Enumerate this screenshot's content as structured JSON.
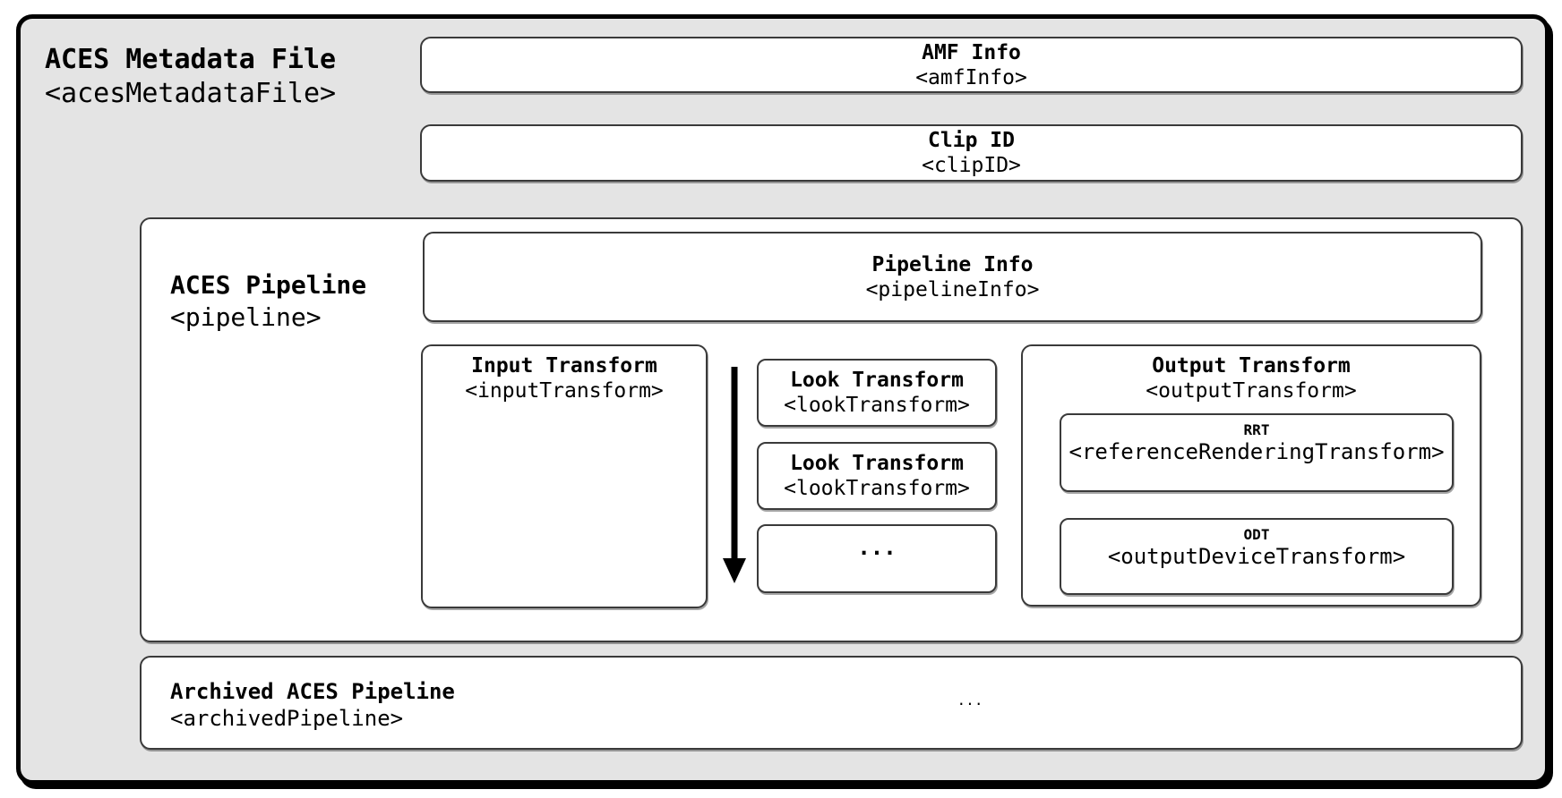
{
  "colors": {
    "page_bg": "#ffffff",
    "container_bg": "#e4e4e4",
    "container_border": "#000000",
    "box_bg": "#ffffff",
    "box_border": "#3a3a3a",
    "text": "#000000",
    "arrow": "#000000"
  },
  "amf_file": {
    "title": "ACES Metadata File",
    "tag": "<acesMetadataFile>"
  },
  "amf_info": {
    "label": "AMF Info",
    "tag": "<amfInfo>"
  },
  "clip_id": {
    "label": "Clip ID",
    "tag": "<clipID>"
  },
  "pipeline": {
    "title": "ACES Pipeline",
    "tag": "<pipeline>",
    "info": {
      "label": "Pipeline Info",
      "tag": "<pipelineInfo>"
    },
    "input_transform": {
      "label": "Input Transform",
      "tag": "<inputTransform>"
    },
    "look_transforms": [
      {
        "label": "Look Transform",
        "tag": "<lookTransform>"
      },
      {
        "label": "Look Transform",
        "tag": "<lookTransform>"
      }
    ],
    "look_ellipsis": "...",
    "output_transform": {
      "label": "Output Transform",
      "tag": "<outputTransform>",
      "rrt": {
        "label": "RRT",
        "tag": "<referenceRenderingTransform>"
      },
      "odt": {
        "label": "ODT",
        "tag": "<outputDeviceTransform>"
      }
    }
  },
  "archived_pipeline": {
    "title": "Archived ACES Pipeline",
    "tag": "<archivedPipeline>",
    "ellipsis": "..."
  }
}
